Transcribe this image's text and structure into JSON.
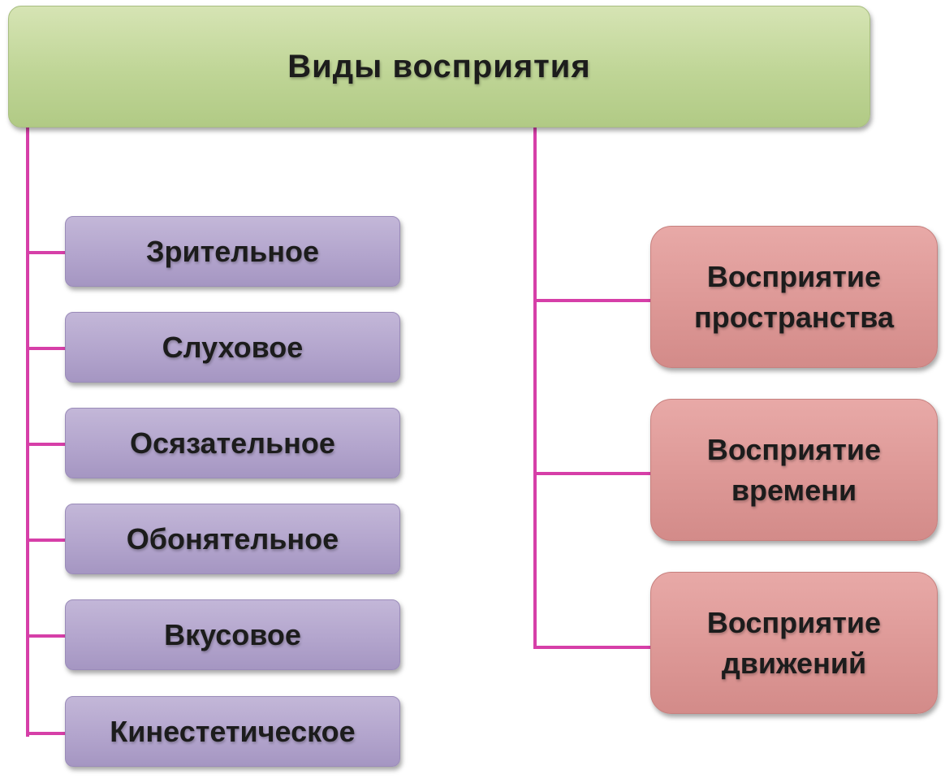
{
  "diagram": {
    "root": {
      "label": "Виды восприятия"
    },
    "left_branch": [
      {
        "label": "Зрительное"
      },
      {
        "label": "Слуховое"
      },
      {
        "label": "Осязательное"
      },
      {
        "label": "Обонятельное"
      },
      {
        "label": "Вкусовое"
      },
      {
        "label": "Кинестетическое"
      }
    ],
    "right_branch": [
      {
        "line1": "Восприятие",
        "line2": "пространства"
      },
      {
        "line1": "Восприятие",
        "line2": "времени"
      },
      {
        "line1": "Восприятие",
        "line2": "движений"
      }
    ],
    "colors": {
      "root_fill": "#bfd596",
      "left_fill": "#b3a5cd",
      "right_fill": "#dd9896",
      "connector": "#d63fa8"
    }
  }
}
